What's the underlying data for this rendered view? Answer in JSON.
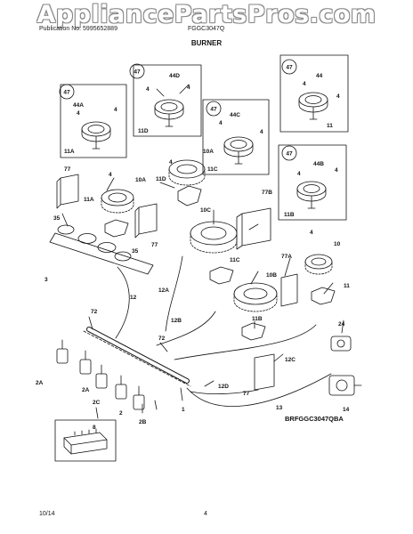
{
  "watermark": "AppliancePartsPros.com",
  "header": {
    "publication": "Publication No: 5995652889",
    "model": "FGGC3047Q",
    "section_title": "BURNER"
  },
  "diagram_code": "BRFGGC3047QBA",
  "footer": {
    "date": "10/14",
    "page": "4"
  },
  "callouts": {
    "c47a": "47",
    "c47b": "47",
    "c47c": "47",
    "c47d": "47",
    "c47e": "47",
    "l44A": "44A",
    "l44D": "44D",
    "l44C": "44C",
    "l44": "44",
    "l44B": "44B",
    "l11A_box": "11A",
    "l11D_box": "11D",
    "l11C_box": "11C",
    "l11_box": "11",
    "l11B_box": "11B",
    "l4_a1": "4",
    "l4_a2": "4",
    "l4_d1": "4",
    "l4_d2": "4",
    "l4_c1": "4",
    "l4_c2": "4",
    "l4_e1": "4",
    "l4_e2": "4",
    "l4_b1": "4",
    "l4_b2": "4",
    "l77_top": "77",
    "l4_mid": "4",
    "l10A_1": "10A",
    "l11A": "11A",
    "l11D": "11D",
    "l10A_2": "10A",
    "l4_10a": "4",
    "l77B": "77B",
    "l10C": "10C",
    "l77_mid": "77",
    "l35a": "35",
    "l35b": "35",
    "l3": "3",
    "l12": "12",
    "l11C": "11C",
    "l12A": "12A",
    "l4_r": "4",
    "l10": "10",
    "l10B": "10B",
    "l77A": "77A",
    "l11": "11",
    "l72a": "72",
    "l72b": "72",
    "l12B": "12B",
    "l11B": "11B",
    "l24": "24",
    "l12C": "12C",
    "l12D": "12D",
    "l77_bot": "77",
    "l13": "13",
    "l14": "14",
    "l2A_1": "2A",
    "l2A_2": "2A",
    "l2C": "2C",
    "l2": "2",
    "l2B": "2B",
    "l1": "1",
    "l8": "8"
  }
}
